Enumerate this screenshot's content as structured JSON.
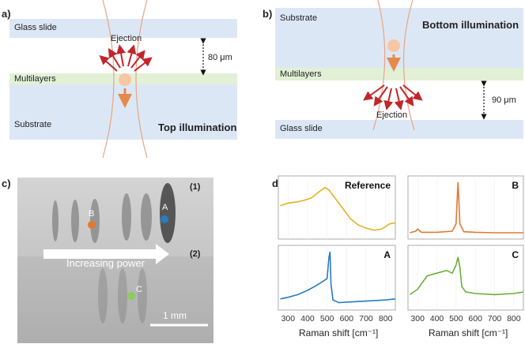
{
  "panels": {
    "a": {
      "letter": "a)",
      "glass_label": "Glass slide",
      "ejection_label": "Ejection",
      "distance_label": "80 μm",
      "multilayers_label": "Multilayers",
      "substrate_label": "Substrate",
      "illumination_label": "Top illumination"
    },
    "b": {
      "letter": "b)",
      "substrate_label": "Substrate",
      "illumination_label": "Bottom illumination",
      "multilayers_label": "Multilayers",
      "distance_label": "90 μm",
      "ejection_label": "Ejection",
      "glass_label": "Glass slide"
    },
    "c": {
      "letter": "c)",
      "region1": "(1)",
      "region2": "(2)",
      "arrow_text": "Increasing power",
      "point_a": "A",
      "point_b": "B",
      "point_c": "C",
      "scale": "1 mm"
    },
    "d": {
      "letter": "d)",
      "xlabel": "Raman shift [cm⁻¹]",
      "xticks": [
        "300",
        "400",
        "500",
        "600",
        "700",
        "800"
      ]
    }
  },
  "colors": {
    "layer_blue": "#dce7f5",
    "layer_green": "#e2f0d6",
    "arrow_red": "#c0262c",
    "particle": "#f6c6a5",
    "particle_arrow": "#e58a4c",
    "beam": "#e8a483",
    "ref_series": "#e6b020",
    "b_series": "#e07a32",
    "a_series": "#2a7cc0",
    "c_series": "#6cae3a"
  },
  "chart_data": [
    {
      "type": "line",
      "title": "Reference",
      "xlabel": "",
      "ylabel": "",
      "xlim": [
        250,
        850
      ],
      "series": [
        {
          "name": "Reference",
          "x": [
            260,
            300,
            340,
            380,
            420,
            460,
            490,
            510,
            540,
            580,
            620,
            660,
            700,
            740,
            780,
            820,
            850
          ],
          "y": [
            0.55,
            0.6,
            0.62,
            0.65,
            0.7,
            0.82,
            0.9,
            0.85,
            0.7,
            0.5,
            0.3,
            0.18,
            0.12,
            0.08,
            0.1,
            0.2,
            0.22
          ]
        }
      ]
    },
    {
      "type": "line",
      "title": "B",
      "xlabel": "",
      "ylabel": "",
      "xlim": [
        250,
        850
      ],
      "series": [
        {
          "name": "B",
          "x": [
            260,
            290,
            300,
            320,
            400,
            480,
            500,
            510,
            520,
            540,
            600,
            700,
            800,
            850
          ],
          "y": [
            0.03,
            0.06,
            0.1,
            0.04,
            0.04,
            0.06,
            0.2,
            1.0,
            0.2,
            0.05,
            0.04,
            0.03,
            0.03,
            0.03
          ]
        }
      ]
    },
    {
      "type": "line",
      "title": "A",
      "xlabel": "Raman shift [cm⁻¹]",
      "ylabel": "",
      "xlim": [
        250,
        850
      ],
      "series": [
        {
          "name": "A",
          "x": [
            260,
            300,
            350,
            400,
            450,
            480,
            500,
            510,
            515,
            520,
            530,
            560,
            600,
            700,
            800,
            850
          ],
          "y": [
            0.12,
            0.15,
            0.2,
            0.28,
            0.38,
            0.45,
            0.5,
            0.9,
            1.0,
            0.4,
            0.1,
            0.05,
            0.06,
            0.08,
            0.1,
            0.12
          ]
        }
      ]
    },
    {
      "type": "line",
      "title": "C",
      "xlabel": "Raman shift [cm⁻¹]",
      "ylabel": "",
      "xlim": [
        250,
        850
      ],
      "series": [
        {
          "name": "C",
          "x": [
            260,
            300,
            350,
            400,
            450,
            480,
            500,
            510,
            520,
            530,
            550,
            600,
            700,
            800,
            850
          ],
          "y": [
            0.2,
            0.3,
            0.55,
            0.6,
            0.65,
            0.6,
            0.75,
            0.9,
            0.7,
            0.35,
            0.25,
            0.22,
            0.2,
            0.22,
            0.25
          ]
        }
      ]
    }
  ]
}
